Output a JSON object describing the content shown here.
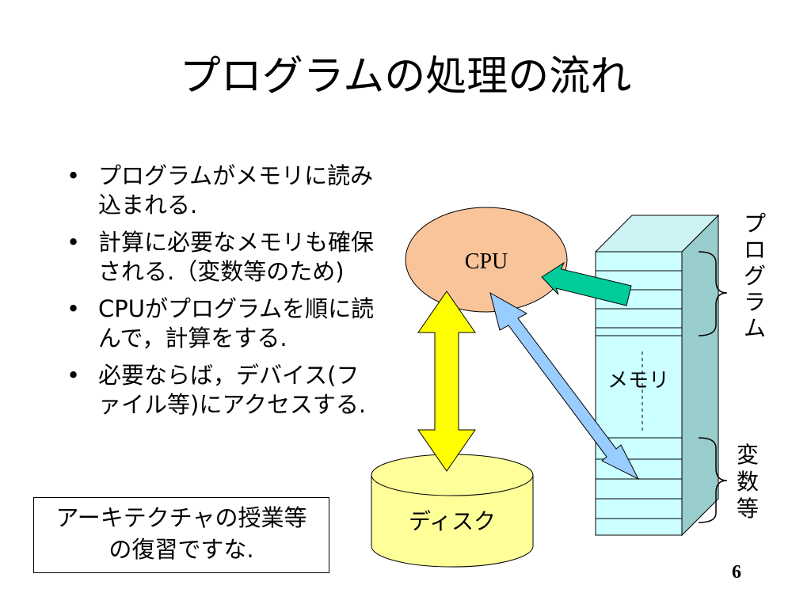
{
  "title": "プログラムの処理の流れ",
  "bullets": [
    {
      "symbol": "•",
      "text": "プログラムがメモリに読み込まれる."
    },
    {
      "symbol": "•",
      "text": "計算に必要なメモリも確保される.（変数等のため)"
    },
    {
      "symbol": "•",
      "text": "CPUがプログラムを順に読んで，計算をする."
    },
    {
      "symbol": "•",
      "text": "必要ならば，デバイス(ファイル等)にアクセスする."
    }
  ],
  "note": {
    "line1": "アーキテクチャの授業等",
    "line2": "の復習ですな."
  },
  "diagram": {
    "cpu_label": "CPU",
    "disk_label": "ディスク",
    "memory_label": "メモリ",
    "program_label": [
      "プ",
      "ロ",
      "グ",
      "ラ",
      "ム"
    ],
    "variables_label": [
      "変",
      "数",
      "等"
    ]
  },
  "colors": {
    "cpu_fill": "#f9c49a",
    "disk_fill": "#ffff99",
    "memory_front": "#ccffff",
    "memory_side": "#99cccc",
    "memory_top": "#cef3f5",
    "yellow_arrow": "#ffff00",
    "green_arrow": "#00cc99",
    "blue_arrow": "#99ccff"
  },
  "page_number": "6"
}
